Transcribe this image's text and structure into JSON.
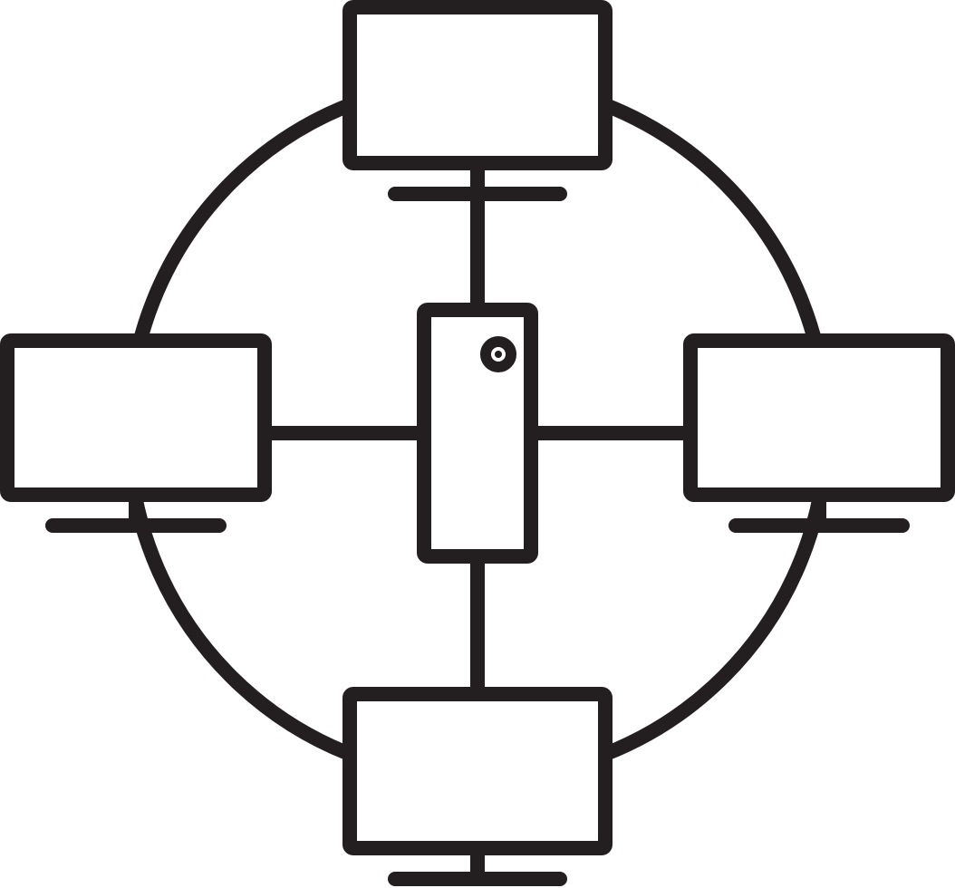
{
  "diagram": {
    "type": "network-topology-icon",
    "style": "line-art",
    "colors": {
      "stroke": "#231f20",
      "background": "#ffffff"
    },
    "hub": {
      "icon": "server-tower-icon",
      "indicator": "power-button-icon"
    },
    "nodes": [
      {
        "id": "monitor-top",
        "icon": "monitor-icon"
      },
      {
        "id": "monitor-left",
        "icon": "monitor-icon"
      },
      {
        "id": "monitor-right",
        "icon": "monitor-icon"
      },
      {
        "id": "monitor-bottom",
        "icon": "monitor-icon"
      }
    ],
    "ring": {
      "icon": "ring-network-icon"
    }
  }
}
